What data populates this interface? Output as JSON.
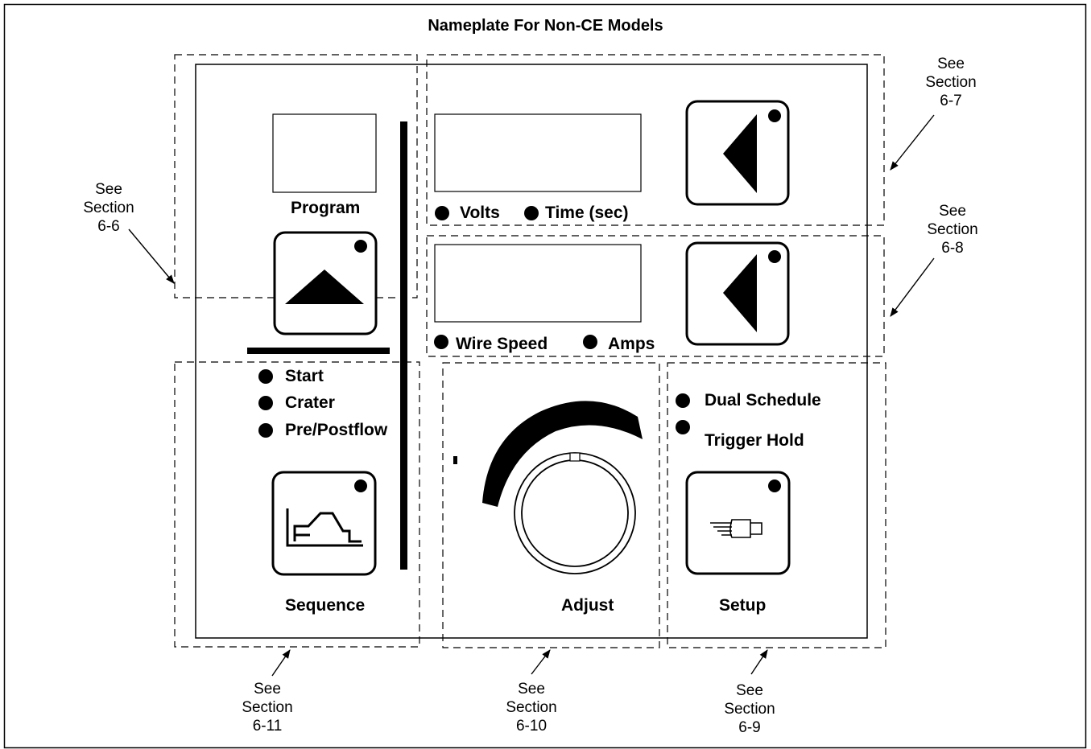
{
  "title": "Nameplate For Non-CE Models",
  "panel": {
    "program_label": "Program",
    "sequence_label": "Sequence",
    "adjust_label": "Adjust",
    "setup_label": "Setup",
    "display_top": {
      "indicators": [
        "Volts",
        "Time (sec)"
      ]
    },
    "display_bottom": {
      "indicators": [
        "Wire Speed",
        "Amps"
      ]
    },
    "sequence_indicators": [
      "Start",
      "Crater",
      "Pre/Postflow"
    ],
    "setup_indicators": [
      "Dual Schedule",
      "Trigger Hold"
    ]
  },
  "callouts": {
    "s66": [
      "See",
      "Section",
      "6-6"
    ],
    "s67": [
      "See",
      "Section",
      "6-7"
    ],
    "s68": [
      "See",
      "Section",
      "6-8"
    ],
    "s69": [
      "See",
      "Section",
      "6-9"
    ],
    "s610": [
      "See",
      "Section",
      "6-10"
    ],
    "s611": [
      "See",
      "Section",
      "6-11"
    ]
  },
  "icons": {
    "program_button": "triangle-up-icon",
    "display_buttons": "triangle-left-icon",
    "sequence_button": "sequence-graph-icon",
    "setup_button": "pointing-hand-icon",
    "adjust_knob": "rotary-knob-icon"
  }
}
